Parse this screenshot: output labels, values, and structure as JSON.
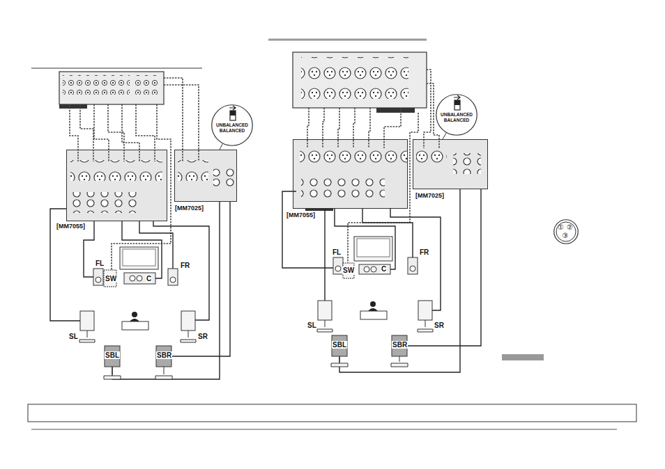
{
  "diagram": {
    "nodes": [
      {
        "text": [
          "[MM7055]"
        ]
      },
      {
        "text": [
          "[MM7025]"
        ]
      },
      {
        "text": [
          "UNBALANCED",
          "BALANCED"
        ]
      },
      {
        "text": [
          "[MM7055]"
        ]
      },
      {
        "text": [
          "[MM7025]"
        ]
      },
      {
        "text": [
          "UNBALANCED",
          "BALANCED"
        ]
      },
      {
        "text": [
          "①",
          "②",
          "③"
        ]
      }
    ],
    "edges": [
      {
        "from": 2,
        "to": 1,
        "arrow": "none"
      },
      {
        "from": 5,
        "to": 4,
        "arrow": "none"
      }
    ],
    "labels": [
      "FL",
      "SW",
      "C",
      "FR",
      "SL",
      "SR",
      "SBL",
      "SBR",
      "FL",
      "SW",
      "C",
      "FR",
      "SL",
      "SR",
      "SBL",
      "SBR"
    ]
  }
}
